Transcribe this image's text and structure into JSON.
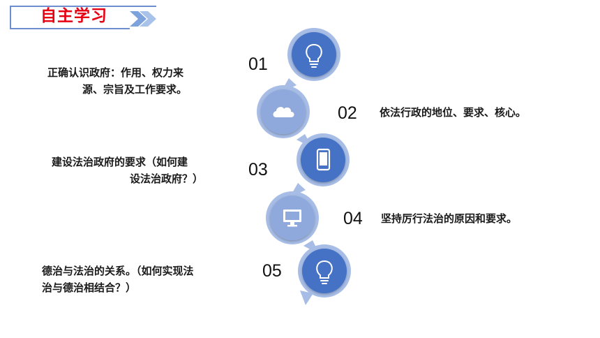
{
  "header": {
    "title": "自主学习"
  },
  "items": [
    {
      "num": "01",
      "line1": "正确认识政府：作用、权力来",
      "line2": "源、宗旨及工作要求。",
      "icon": "lightbulb-icon"
    },
    {
      "num": "02",
      "line1": "依法行政的地位、要求、核心。",
      "icon": "cloud-icon"
    },
    {
      "num": "03",
      "line1": "建设法治政府的要求（如何建",
      "line2": "设法治政府？）",
      "icon": "smartphone-icon"
    },
    {
      "num": "04",
      "line1": "坚持厉行法治的原因和要求。",
      "icon": "monitor-icon"
    },
    {
      "num": "05",
      "line1": "德治与法治的关系。（如何实现法",
      "line2": "治与德治相结合？）",
      "icon": "lightbulb-icon"
    }
  ],
  "colors": {
    "accent_red": "#e60012",
    "circle_dark": "#4472c4",
    "circle_light": "#8fa9dc",
    "ring": "#a7bde6"
  }
}
